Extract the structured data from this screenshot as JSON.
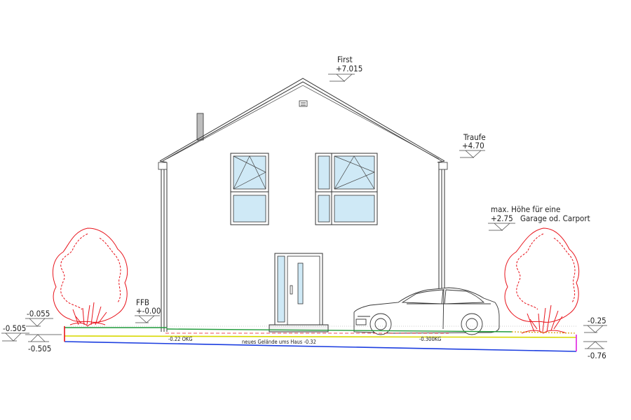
{
  "levels": {
    "first": {
      "label": "First",
      "value": "+7.015"
    },
    "traufe": {
      "label": "Traufe",
      "value": "+4.70"
    },
    "carport": {
      "label1": "max. Höhe für eine",
      "value": "+2.75",
      "label2": "Garage od. Carport"
    },
    "ffb": {
      "label": "FFB",
      "value": "+-0.00"
    },
    "left_top": {
      "value": "-0.055"
    },
    "left_mid": {
      "value": "-0.505"
    },
    "left_bottom": {
      "value": "-0.505"
    },
    "right_top": {
      "value": "-0.25"
    },
    "right_bottom": {
      "value": "-0.76"
    }
  },
  "ground_labels": {
    "okg_left": "-0.22 OKG",
    "neues_gelaende": "neues Gelände ums Haus -0.32",
    "okg_right": "-0.300KG"
  },
  "colors": {
    "tree": "#e8141c",
    "ground_green": "#1f9a3a",
    "ground_yellow": "#d8d800",
    "ground_blue": "#1c3ee0",
    "ground_magenta": "#e020e0",
    "glass": "#cfe9f6"
  }
}
